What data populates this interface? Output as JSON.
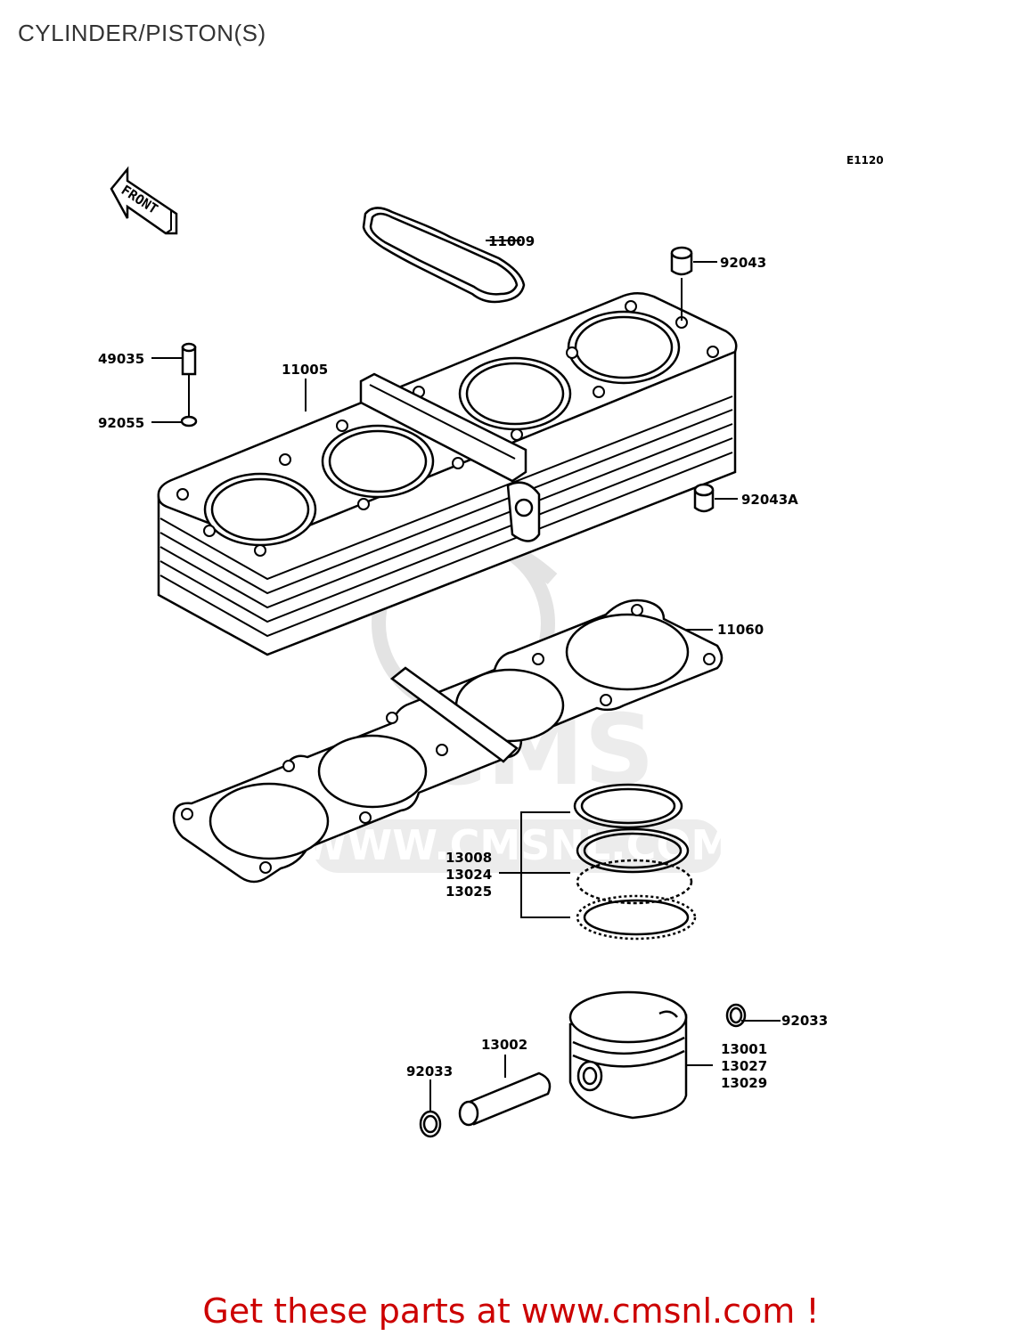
{
  "title": "CYLINDER/PISTON(S)",
  "diagram_code": "E1120",
  "front_label": "FRONT",
  "watermark": {
    "brand": "CMS",
    "url": "WWW.CMSNL.COM"
  },
  "parts": {
    "p11009": "11009",
    "p92043": "92043",
    "p49035": "49035",
    "p11005": "11005",
    "p92055": "92055",
    "p92043A": "92043A",
    "p11060": "11060",
    "p13008": "13008",
    "p13024": "13024",
    "p13025": "13025",
    "p92033_right": "92033",
    "p13002": "13002",
    "p92033_left": "92033",
    "p13001": "13001",
    "p13027": "13027",
    "p13029": "13029"
  },
  "promo": {
    "text": "Get these parts at www.cmsnl.com !"
  },
  "colors": {
    "promo": "#cc0000",
    "line": "#000000",
    "watermark": "#e6e6e6"
  }
}
